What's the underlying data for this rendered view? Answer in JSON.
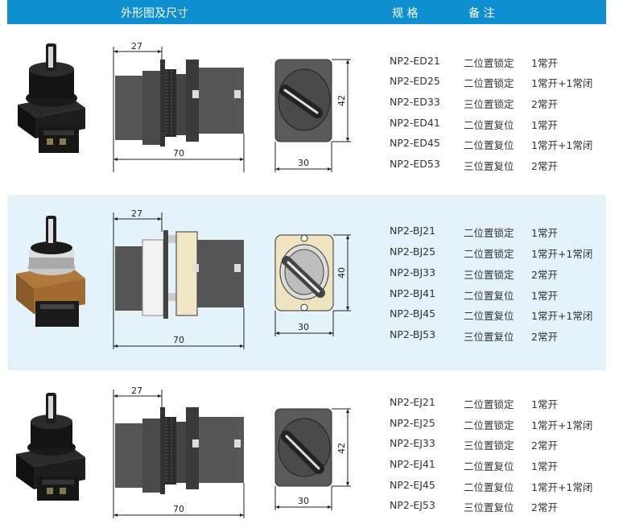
{
  "header": {
    "col_dimensions": "外形图及尺寸",
    "col_model": "规 格",
    "col_notes": "备 注"
  },
  "rows": [
    {
      "dims": {
        "d1": "27",
        "d2": "70",
        "d3": "42",
        "d4": "30"
      },
      "items": [
        {
          "model": "NP2-ED21",
          "type": "二位置锁定",
          "contacts": "1常开"
        },
        {
          "model": "NP2-ED25",
          "type": "二位置锁定",
          "contacts": "1常开+1常闭"
        },
        {
          "model": "NP2-ED33",
          "type": "三位置锁定",
          "contacts": "2常开"
        },
        {
          "model": "NP2-ED41",
          "type": "二位置复位",
          "contacts": "1常开"
        },
        {
          "model": "NP2-ED45",
          "type": "二位置复位",
          "contacts": "1常开+1常闭"
        },
        {
          "model": "NP2-ED53",
          "type": "三位置复位",
          "contacts": "2常开"
        }
      ]
    },
    {
      "dims": {
        "d1": "27",
        "d2": "70",
        "d3": "40",
        "d4": "30"
      },
      "items": [
        {
          "model": "NP2-BJ21",
          "type": "二位置锁定",
          "contacts": "1常开"
        },
        {
          "model": "NP2-BJ25",
          "type": "二位置锁定",
          "contacts": "1常开+1常闭"
        },
        {
          "model": "NP2-BJ33",
          "type": "三位置锁定",
          "contacts": "2常开"
        },
        {
          "model": "NP2-BJ41",
          "type": "二位置复位",
          "contacts": "1常开"
        },
        {
          "model": "NP2-BJ45",
          "type": "二位置复位",
          "contacts": "1常开+1常闭"
        },
        {
          "model": "NP2-BJ53",
          "type": "三位置复位",
          "contacts": "2常开"
        }
      ]
    },
    {
      "dims": {
        "d1": "27",
        "d2": "70",
        "d3": "42",
        "d4": "30"
      },
      "items": [
        {
          "model": "NP2-EJ21",
          "type": "二位置锁定",
          "contacts": "1常开"
        },
        {
          "model": "NP2-EJ25",
          "type": "二位置锁定",
          "contacts": "1常开+1常闭"
        },
        {
          "model": "NP2-EJ33",
          "type": "三位置锁定",
          "contacts": "2常开"
        },
        {
          "model": "NP2-EJ41",
          "type": "二位置复位",
          "contacts": "1常开"
        },
        {
          "model": "NP2-EJ45",
          "type": "二位置复位",
          "contacts": "1常开+1常闭"
        },
        {
          "model": "NP2-EJ53",
          "type": "三位置复位",
          "contacts": "2常开"
        }
      ]
    }
  ]
}
